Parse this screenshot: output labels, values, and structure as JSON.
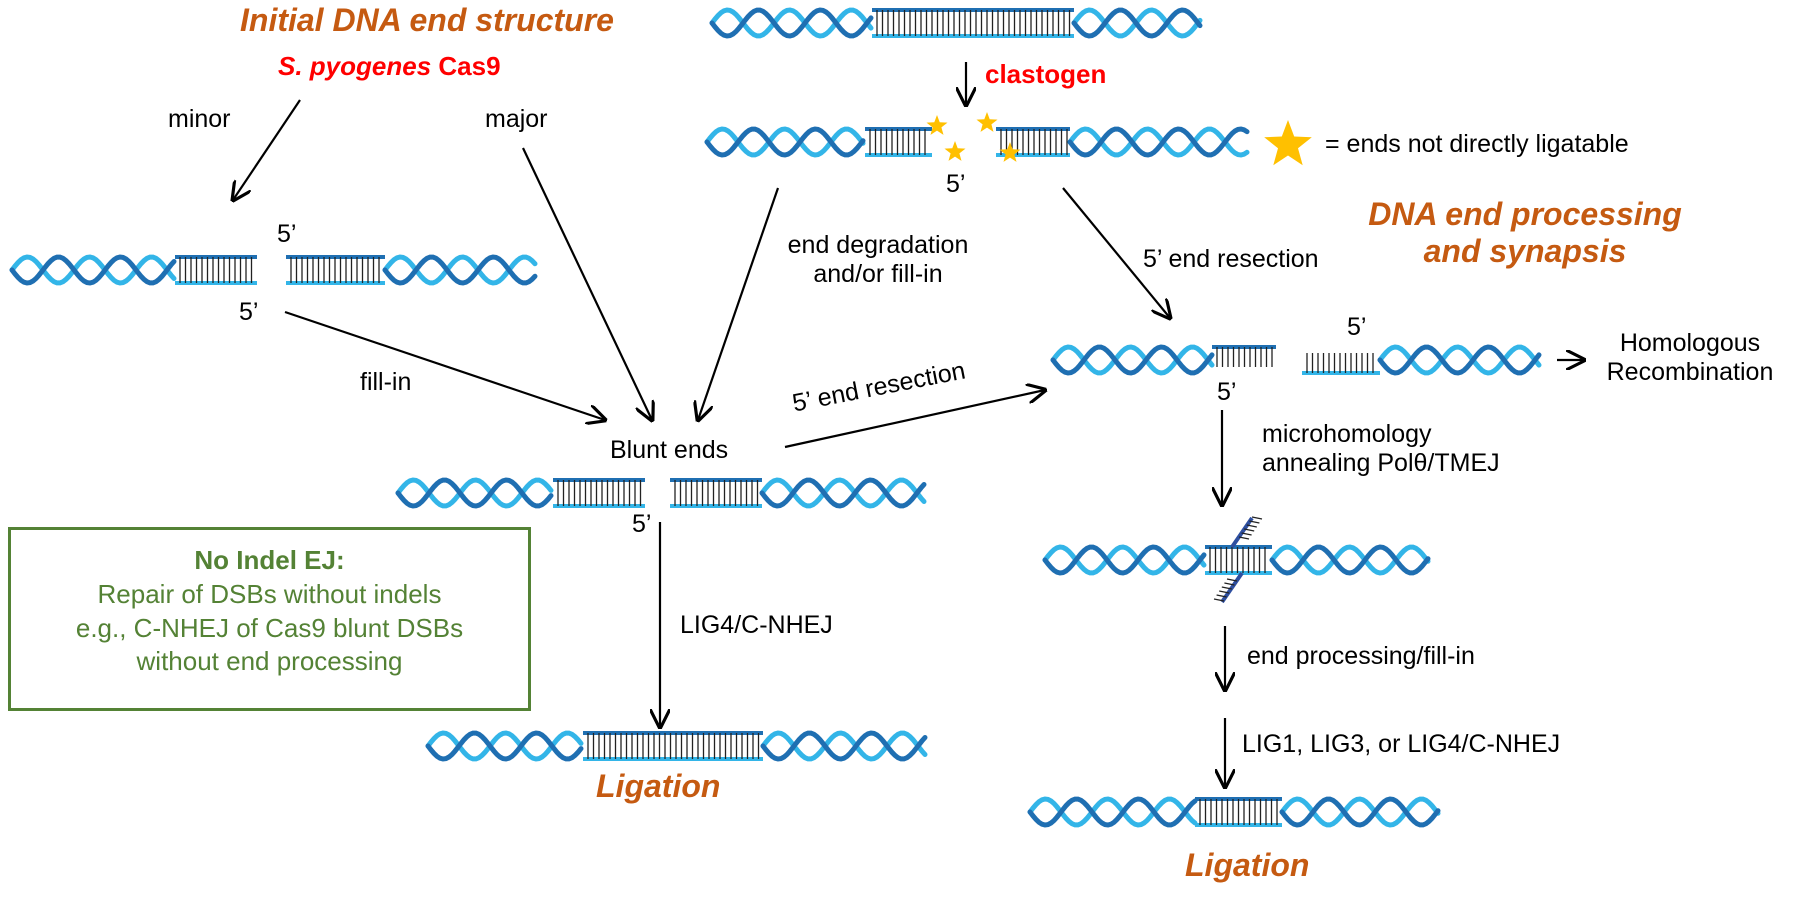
{
  "headings": {
    "initial_structure": "Initial DNA end structure",
    "end_processing_1": "DNA end processing",
    "end_processing_2": "and synapsis",
    "ligation_left": "Ligation",
    "ligation_right": "Ligation"
  },
  "cas9_label": {
    "italic": "S. pyogenes",
    "rest": " Cas9"
  },
  "clastogen": "clastogen",
  "legend_text": "= ends not directly ligatable",
  "labels": {
    "minor": "minor",
    "major": "major",
    "five_prime_a": "5’",
    "five_prime_b": "5’",
    "five_prime_c": "5’",
    "five_prime_d": "5’",
    "five_prime_e": "5’",
    "five_prime_f": "5’",
    "fill_in": "fill-in",
    "end_degradation_1": "end degradation",
    "end_degradation_2": "and/or fill-in",
    "resection_top": "5’ end resection",
    "resection_mid": "5’ end resection",
    "blunt_ends": "Blunt ends",
    "lig4": "LIG4/C-NHEJ",
    "hr_1": "Homologous",
    "hr_2": "Recombination",
    "mmej_1": "microhomology",
    "mmej_2": "annealing Polθ/TMEJ",
    "end_proc_fill": "end processing/fill-in",
    "lig_options": "LIG1, LIG3, or LIG4/C-NHEJ"
  },
  "box": {
    "title": "No Indel EJ:",
    "line1": "Repair of DSBs without indels",
    "line2": "e.g., C-NHEJ of Cas9 blunt DSBs",
    "line3": "without end processing"
  },
  "colors": {
    "strand_dark": "#1F6FB2",
    "strand_light": "#33B5E8",
    "heading_orange": "#C55A11",
    "red": "#FF0000",
    "box_green": "#548235",
    "star_gold": "#FFC000"
  }
}
